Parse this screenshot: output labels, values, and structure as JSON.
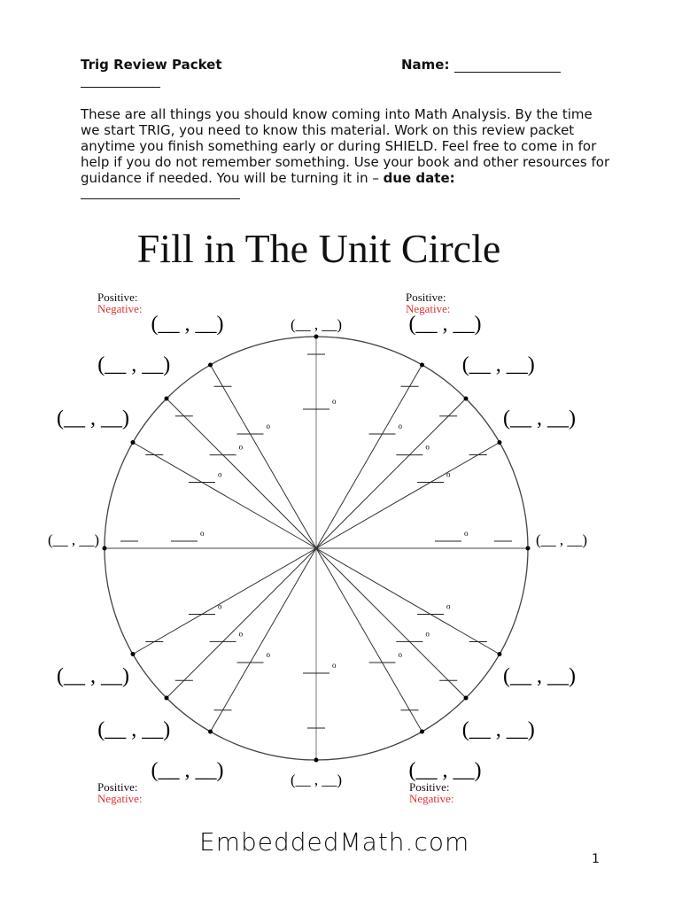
{
  "header": {
    "title": "Trig Review Packet",
    "name_label": "Name:"
  },
  "intro": {
    "text": "These are all things you should know coming into Math Analysis.  By the time we start TRIG, you need to know this material.  Work on this review packet anytime you finish something early or during SHIELD.  Feel free to come in for help if you do not remember something.  Use your book and other resources for guidance if needed.  You will be turning it in – ",
    "due_label": "due date:"
  },
  "worksheet": {
    "title": "Fill in The Unit Circle",
    "positive_label": "Positive:",
    "negative_label": "Negative:",
    "coordinate_blank": "(__ , __)",
    "degree_symbol": "o",
    "negative_color": "#e03030"
  },
  "footer": {
    "logo": "EmbeddedMath.com",
    "page_number": "1"
  }
}
